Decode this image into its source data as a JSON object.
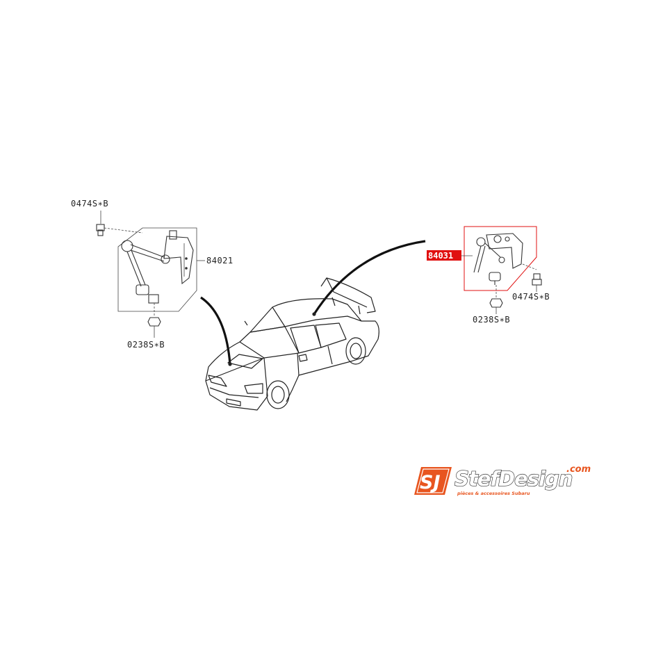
{
  "labels": {
    "left_bolt": "0474S∗B",
    "left_part": "84021",
    "left_nut": "0238S∗B",
    "right_part": "84031",
    "right_bolt": "0474S∗B",
    "right_nut": "0238S∗B"
  },
  "logo": {
    "mark": "SJ",
    "name": "StefDesign",
    "domain": ".com",
    "tagline": "pièces & accessoires Subaru"
  },
  "colors": {
    "highlight": "#e01010",
    "logo_orange": "#e8551f",
    "line": "#222222"
  }
}
